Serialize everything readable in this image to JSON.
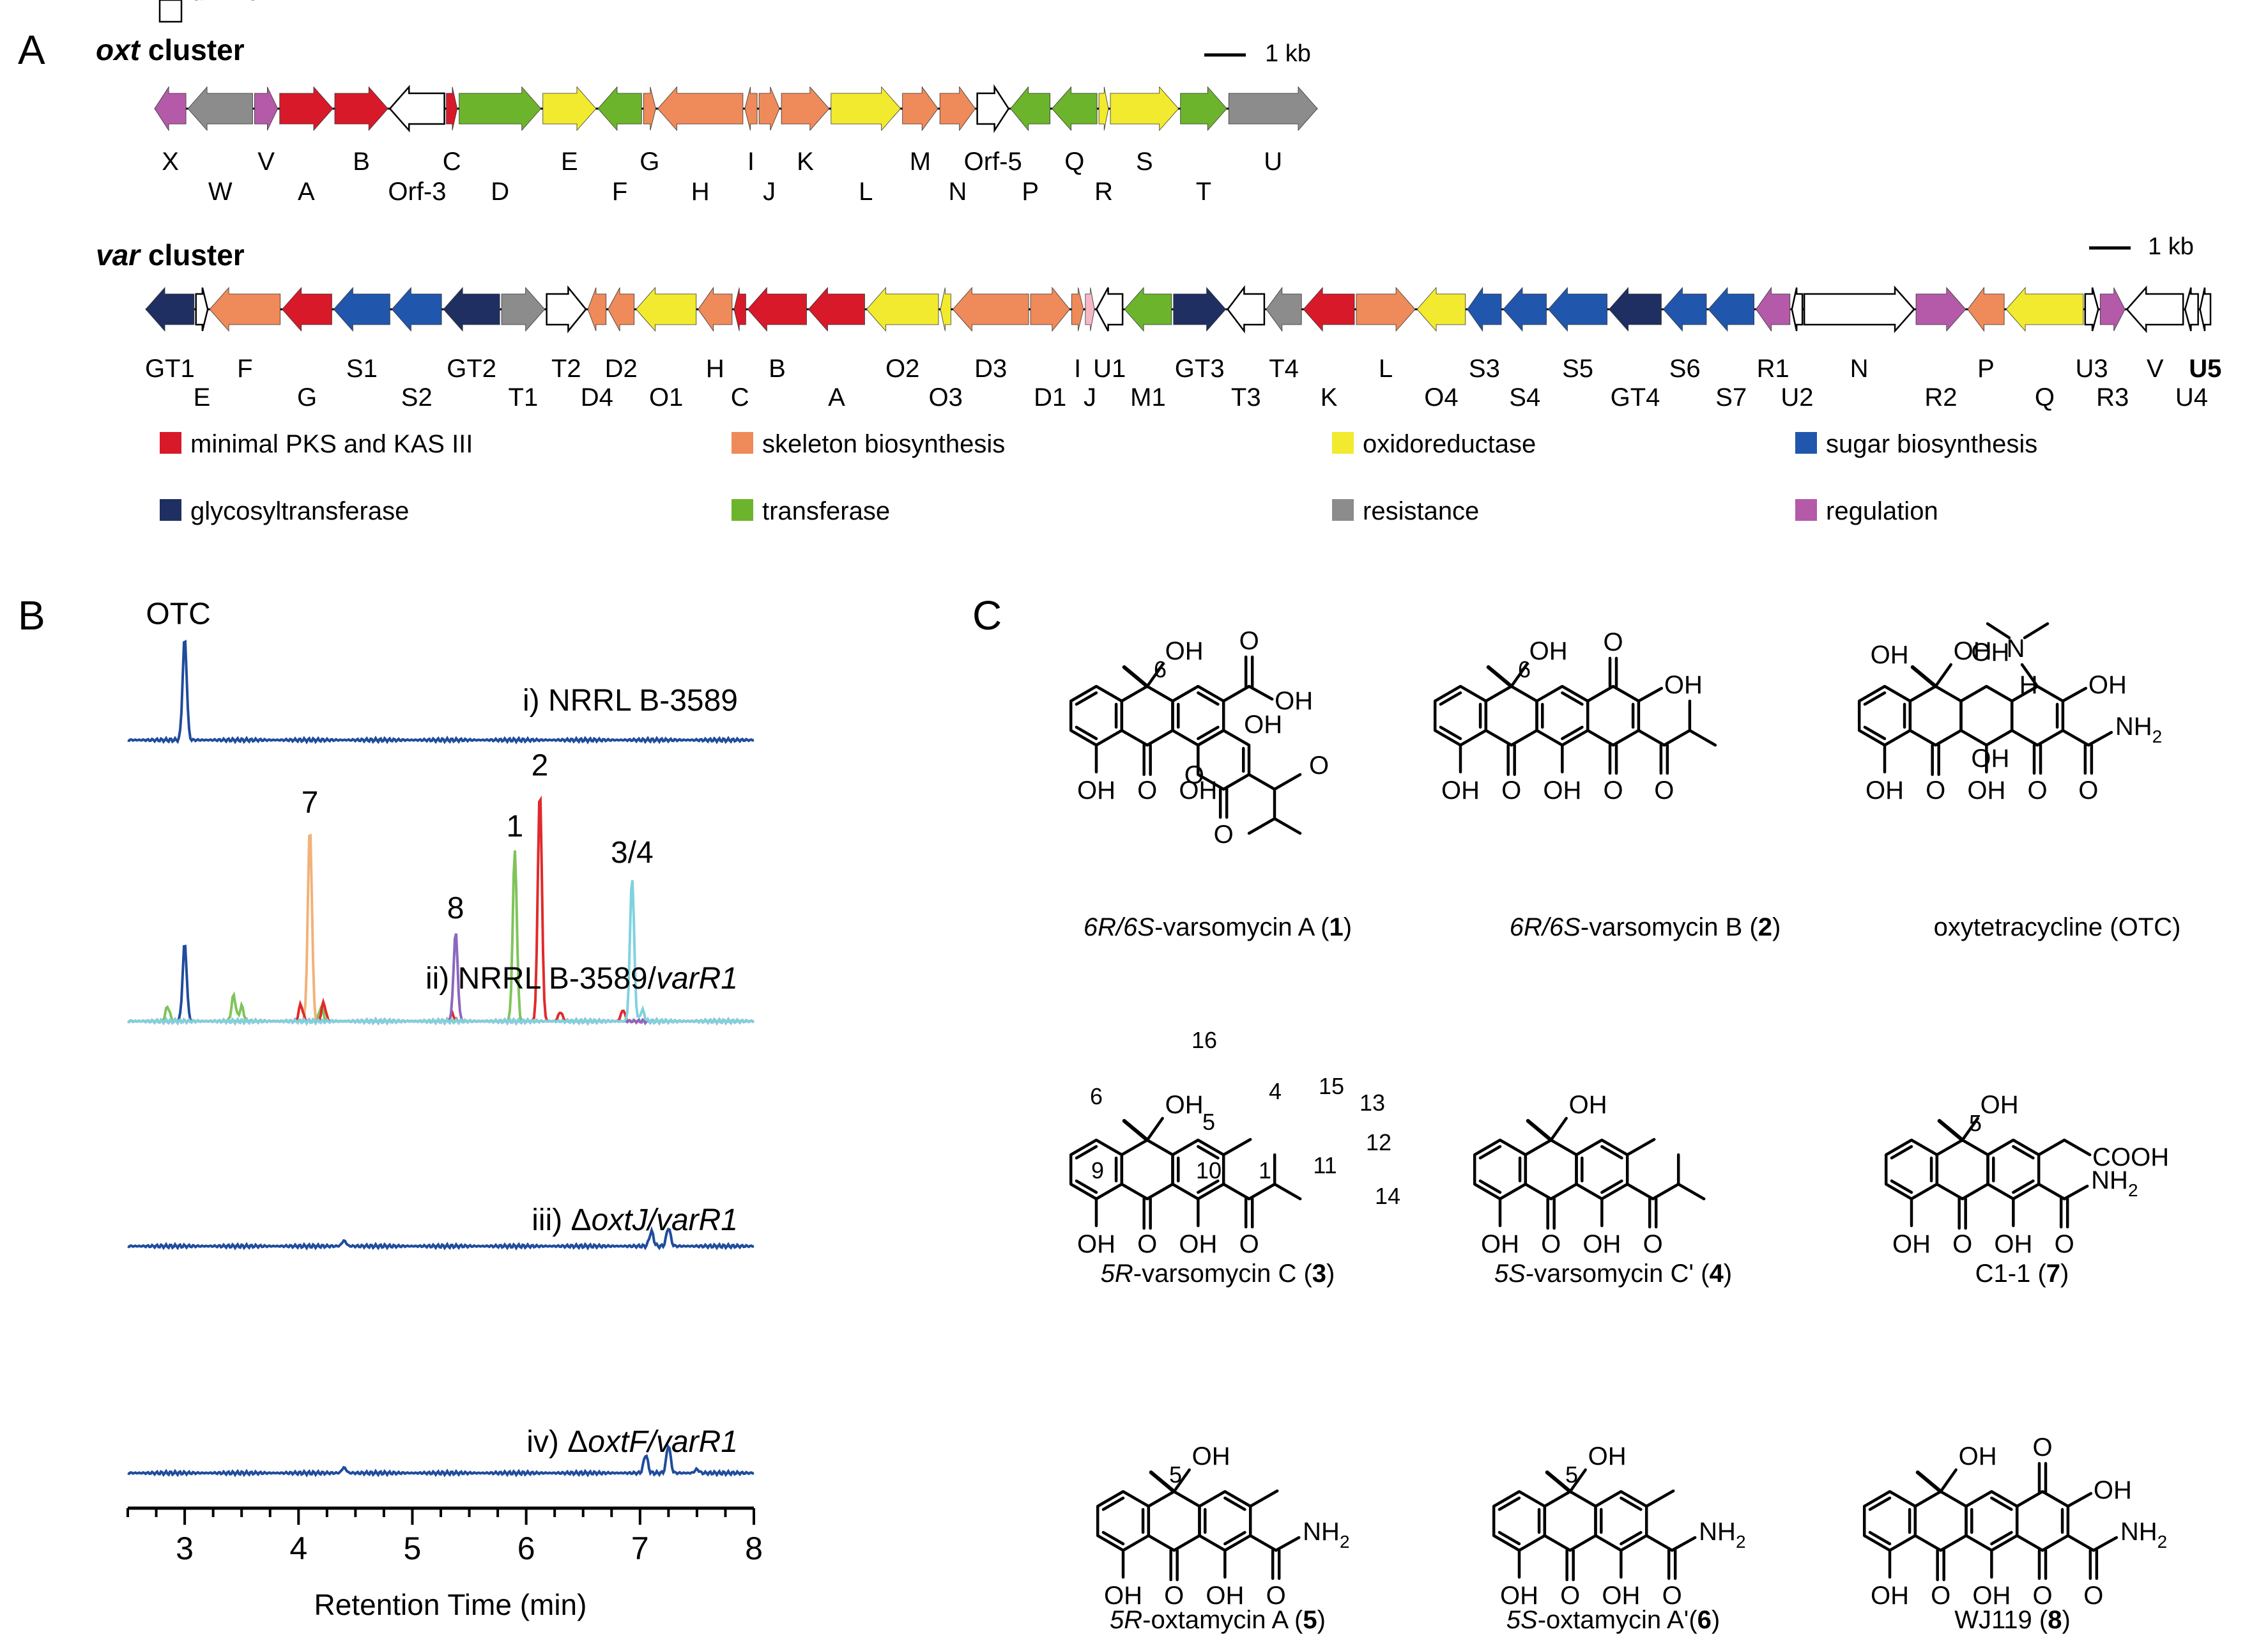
{
  "panel_a": {
    "letter": "A",
    "oxt": {
      "title_italic": "oxt",
      "title_rest": " cluster",
      "scale": "1 kb",
      "genes": [
        {
          "label": "X",
          "color": "#b45aa8",
          "dir": -1,
          "w": 46,
          "row": 0
        },
        {
          "label": "W",
          "color": "#8c8c8c",
          "dir": -1,
          "w": 95,
          "row": 1
        },
        {
          "label": "V",
          "color": "#b45aa8",
          "dir": 1,
          "w": 34,
          "row": 0
        },
        {
          "label": "A",
          "color": "#d7192a",
          "dir": 1,
          "w": 78,
          "row": 1
        },
        {
          "label": "B",
          "color": "#d7192a",
          "dir": 1,
          "w": 78,
          "row": 0
        },
        {
          "label": "Orf-3",
          "color": "#ffffff",
          "dir": -1,
          "w": 80,
          "row": 1
        },
        {
          "label": "C",
          "color": "#d7192a",
          "dir": 1,
          "w": 16,
          "row": 0
        },
        {
          "label": "D",
          "color": "#6cb42c",
          "dir": 1,
          "w": 120,
          "row": 1
        },
        {
          "label": "E",
          "color": "#f2ea2e",
          "dir": 1,
          "w": 78,
          "row": 0
        },
        {
          "label": "F",
          "color": "#6cb42c",
          "dir": -1,
          "w": 64,
          "row": 1
        },
        {
          "label": "G",
          "color": "#ef8a5a",
          "dir": 1,
          "w": 18,
          "row": 0
        },
        {
          "label": "H",
          "color": "#ef8a5a",
          "dir": -1,
          "w": 125,
          "row": 1
        },
        {
          "label": "I",
          "color": "#ef8a5a",
          "dir": -1,
          "w": 18,
          "row": 0
        },
        {
          "label": "J",
          "color": "#ef8a5a",
          "dir": 1,
          "w": 30,
          "row": 1
        },
        {
          "label": "K",
          "color": "#ef8a5a",
          "dir": 1,
          "w": 70,
          "row": 0
        },
        {
          "label": "L",
          "color": "#f2ea2e",
          "dir": 1,
          "w": 102,
          "row": 1
        },
        {
          "label": "M",
          "color": "#ef8a5a",
          "dir": 1,
          "w": 52,
          "row": 0
        },
        {
          "label": "N",
          "color": "#ef8a5a",
          "dir": 1,
          "w": 52,
          "row": 1
        },
        {
          "label": "Orf-5",
          "color": "#ffffff",
          "dir": 1,
          "w": 46,
          "row": 0
        },
        {
          "label": "P",
          "color": "#6cb42c",
          "dir": -1,
          "w": 58,
          "row": 1
        },
        {
          "label": "Q",
          "color": "#6cb42c",
          "dir": -1,
          "w": 66,
          "row": 0
        },
        {
          "label": "R",
          "color": "#f2ea2e",
          "dir": 1,
          "w": 14,
          "row": 1
        },
        {
          "label": "S",
          "color": "#f2ea2e",
          "dir": 1,
          "w": 100,
          "row": 0
        },
        {
          "label": "T",
          "color": "#6cb42c",
          "dir": 1,
          "w": 68,
          "row": 1
        },
        {
          "label": "U",
          "color": "#8c8c8c",
          "dir": 1,
          "w": 130,
          "row": 0
        }
      ]
    },
    "var": {
      "title_italic": "var",
      "title_rest": " cluster",
      "scale": "1 kb",
      "genes": [
        {
          "label": "GT1",
          "color": "#1f2f62",
          "dir": -1,
          "w": 74,
          "row": 0
        },
        {
          "label": "E",
          "color": "#ffffff",
          "dir": 1,
          "w": 18,
          "row": 1
        },
        {
          "label": "F",
          "color": "#ef8a5a",
          "dir": -1,
          "w": 108,
          "row": 0
        },
        {
          "label": "G",
          "color": "#d7192a",
          "dir": -1,
          "w": 76,
          "row": 1
        },
        {
          "label": "S1",
          "color": "#2156ad",
          "dir": -1,
          "w": 86,
          "row": 0
        },
        {
          "label": "S2",
          "color": "#2156ad",
          "dir": -1,
          "w": 76,
          "row": 1
        },
        {
          "label": "GT2",
          "color": "#1f2f62",
          "dir": -1,
          "w": 86,
          "row": 0
        },
        {
          "label": "T1",
          "color": "#8c8c8c",
          "dir": 1,
          "w": 66,
          "row": 1
        },
        {
          "label": "T2",
          "color": "#ffffff",
          "dir": 1,
          "w": 60,
          "row": 0
        },
        {
          "label": "D4",
          "color": "#ef8a5a",
          "dir": -1,
          "w": 28,
          "row": 1
        },
        {
          "label": "D2",
          "color": "#ef8a5a",
          "dir": -1,
          "w": 40,
          "row": 0
        },
        {
          "label": "O1",
          "color": "#f2ea2e",
          "dir": -1,
          "w": 92,
          "row": 1
        },
        {
          "label": "H",
          "color": "#ef8a5a",
          "dir": -1,
          "w": 52,
          "row": 0
        },
        {
          "label": "C",
          "color": "#d7192a",
          "dir": -1,
          "w": 18,
          "row": 1
        },
        {
          "label": "B",
          "color": "#d7192a",
          "dir": -1,
          "w": 90,
          "row": 0
        },
        {
          "label": "A",
          "color": "#d7192a",
          "dir": -1,
          "w": 86,
          "row": 1
        },
        {
          "label": "O2",
          "color": "#f2ea2e",
          "dir": -1,
          "w": 110,
          "row": 0
        },
        {
          "label": "O3",
          "color": "#f2ea2e",
          "dir": -1,
          "w": 16,
          "row": 1
        },
        {
          "label": "D3",
          "color": "#ef8a5a",
          "dir": -1,
          "w": 116,
          "row": 0
        },
        {
          "label": "D1",
          "color": "#ef8a5a",
          "dir": 1,
          "w": 60,
          "row": 1
        },
        {
          "label": "I",
          "color": "#ef8a5a",
          "dir": 1,
          "w": 18,
          "row": 0
        },
        {
          "label": "J",
          "color": "#f6b8c4",
          "dir": 1,
          "w": 14,
          "row": 1
        },
        {
          "label": "U1",
          "color": "#ffffff",
          "dir": -1,
          "w": 40,
          "row": 0
        },
        {
          "label": "M1",
          "color": "#6cb42c",
          "dir": -1,
          "w": 72,
          "row": 1
        },
        {
          "label": "GT3",
          "color": "#1f2f62",
          "dir": 1,
          "w": 80,
          "row": 0
        },
        {
          "label": "T3",
          "color": "#ffffff",
          "dir": -1,
          "w": 56,
          "row": 1
        },
        {
          "label": "T4",
          "color": "#8c8c8c",
          "dir": -1,
          "w": 54,
          "row": 0
        },
        {
          "label": "K",
          "color": "#d7192a",
          "dir": -1,
          "w": 78,
          "row": 1
        },
        {
          "label": "L",
          "color": "#ef8a5a",
          "dir": 1,
          "w": 90,
          "row": 0
        },
        {
          "label": "O4",
          "color": "#f2ea2e",
          "dir": -1,
          "w": 74,
          "row": 1
        },
        {
          "label": "S3",
          "color": "#2156ad",
          "dir": -1,
          "w": 52,
          "row": 0
        },
        {
          "label": "S4",
          "color": "#2156ad",
          "dir": -1,
          "w": 66,
          "row": 1
        },
        {
          "label": "S5",
          "color": "#2156ad",
          "dir": -1,
          "w": 90,
          "row": 0
        },
        {
          "label": "GT4",
          "color": "#1f2f62",
          "dir": -1,
          "w": 80,
          "row": 1
        },
        {
          "label": "S6",
          "color": "#2156ad",
          "dir": -1,
          "w": 66,
          "row": 0
        },
        {
          "label": "S7",
          "color": "#2156ad",
          "dir": -1,
          "w": 70,
          "row": 1
        },
        {
          "label": "R1",
          "color": "#b45aa8",
          "dir": -1,
          "w": 52,
          "row": 0
        },
        {
          "label": "U2",
          "color": "#ffffff",
          "dir": -1,
          "w": 16,
          "row": 1
        },
        {
          "label": "N",
          "color": "#ffffff",
          "dir": 1,
          "w": 168,
          "row": 0
        },
        {
          "label": "R2",
          "color": "#b45aa8",
          "dir": 1,
          "w": 76,
          "row": 1
        },
        {
          "label": "P",
          "color": "#ef8a5a",
          "dir": -1,
          "w": 56,
          "row": 0
        },
        {
          "label": "Q",
          "color": "#f2ea2e",
          "dir": -1,
          "w": 118,
          "row": 1
        },
        {
          "label": "U3",
          "color": "#ffffff",
          "dir": 1,
          "w": 20,
          "row": 0
        },
        {
          "label": "R3",
          "color": "#b45aa8",
          "dir": 1,
          "w": 38,
          "row": 1
        },
        {
          "label": "V",
          "color": "#ffffff",
          "dir": -1,
          "w": 86,
          "row": 0
        },
        {
          "label": "U4",
          "color": "#ffffff",
          "dir": -1,
          "w": 20,
          "row": 1
        },
        {
          "label": "U5",
          "color": "#ffffff",
          "dir": -1,
          "w": 16,
          "row": 0,
          "bold": true
        }
      ]
    },
    "legend": [
      {
        "label": "minimal PKS and KAS III",
        "color": "#d7192a"
      },
      {
        "label": "skeleton biosynthesis",
        "color": "#ef8a5a"
      },
      {
        "label": "oxidoreductase",
        "color": "#f2ea2e"
      },
      {
        "label": "sugar biosynthesis",
        "color": "#2156ad"
      },
      {
        "label": "glycosyltransferase",
        "color": "#1f2f62"
      },
      {
        "label": "transferase",
        "color": "#6cb42c"
      },
      {
        "label": "resistance",
        "color": "#8c8c8c"
      },
      {
        "label": "regulation",
        "color": "#b45aa8"
      },
      {
        "label": "unknown",
        "color": "#ffffff"
      }
    ]
  },
  "panel_b": {
    "letter": "B",
    "chart_data": {
      "type": "line",
      "xlabel": "Retention Time (min)",
      "xlim": [
        2.5,
        8
      ],
      "xticks": [
        3,
        4,
        5,
        6,
        7,
        8
      ],
      "traces": [
        {
          "label_pre": "i) NRRL B-3589",
          "label_italic": "",
          "color": "#1f4c9c",
          "peaks": [
            {
              "x": 3.0,
              "h": 0.55,
              "label": "OTC"
            }
          ]
        },
        {
          "label_pre": "ii) NRRL B-3589/",
          "label_italic": "varR1",
          "color": "#1f4c9c",
          "series": [
            {
              "color": "#1f4c9c",
              "peaks": [
                {
                  "x": 3.0,
                  "h": 0.42
                }
              ]
            },
            {
              "color": "#7fc45a",
              "peaks": [
                {
                  "x": 2.85,
                  "h": 0.08
                },
                {
                  "x": 3.43,
                  "h": 0.14
                },
                {
                  "x": 3.5,
                  "h": 0.08
                },
                {
                  "x": 4.2,
                  "h": 0.08
                },
                {
                  "x": 5.9,
                  "h": 0.92,
                  "label": "1"
                }
              ]
            },
            {
              "color": "#f2b27a",
              "peaks": [
                {
                  "x": 4.1,
                  "h": 1.05,
                  "label": "7"
                }
              ]
            },
            {
              "color": "#e12a2a",
              "peaks": [
                {
                  "x": 4.02,
                  "h": 0.09
                },
                {
                  "x": 4.22,
                  "h": 0.1
                },
                {
                  "x": 5.35,
                  "h": 0.04
                },
                {
                  "x": 6.12,
                  "h": 1.25,
                  "label": "2"
                },
                {
                  "x": 6.3,
                  "h": 0.05
                },
                {
                  "x": 6.85,
                  "h": 0.06
                }
              ]
            },
            {
              "color": "#8b67bf",
              "peaks": [
                {
                  "x": 5.38,
                  "h": 0.48,
                  "label": "8"
                }
              ]
            },
            {
              "color": "#7fd2df",
              "peaks": [
                {
                  "x": 6.93,
                  "h": 0.78,
                  "label": "3/4"
                },
                {
                  "x": 7.02,
                  "h": 0.06
                }
              ]
            }
          ]
        },
        {
          "label_pre": "iii) Δ",
          "label_italic": "oxtJ/varR1",
          "color": "#1f4c9c",
          "peaks": [
            {
              "x": 4.4,
              "h": 0.03
            },
            {
              "x": 7.1,
              "h": 0.08
            },
            {
              "x": 7.25,
              "h": 0.1
            }
          ]
        },
        {
          "label_pre": "iv) Δ",
          "label_italic": "oxtF/varR1",
          "color": "#1f4c9c",
          "peaks": [
            {
              "x": 4.4,
              "h": 0.03
            },
            {
              "x": 7.05,
              "h": 0.1
            },
            {
              "x": 7.25,
              "h": 0.15
            },
            {
              "x": 7.5,
              "h": 0.02
            }
          ]
        }
      ]
    }
  },
  "panel_c": {
    "letter": "C",
    "compounds": [
      {
        "name_italic": "6R/6S",
        "name_rest": "-varsomycin A (",
        "num": "1",
        "close": ")"
      },
      {
        "name_italic": "6R/6S",
        "name_rest": "-varsomycin B (",
        "num": "2",
        "close": ")"
      },
      {
        "name_italic": "",
        "name_rest": "oxytetracycline (OTC)",
        "num": "",
        "close": ""
      },
      {
        "name_italic": "5R",
        "name_rest": "-varsomycin C (",
        "num": "3",
        "close": ")"
      },
      {
        "name_italic": "5S",
        "name_rest": "-varsomycin C' (",
        "num": "4",
        "close": ")"
      },
      {
        "name_italic": "",
        "name_rest": "C1-1 (",
        "num": "7",
        "close": ")"
      },
      {
        "name_italic": "5R",
        "name_rest": "-oxtamycin A (",
        "num": "5",
        "close": ")"
      },
      {
        "name_italic": "5S",
        "name_rest": "-oxtamycin A'(",
        "num": "6",
        "close": ")"
      },
      {
        "name_italic": "",
        "name_rest": "WJ119 (",
        "num": "8",
        "close": ")"
      }
    ],
    "atoms": {
      "oh": "OH",
      "o": "O",
      "cooh_a": "OH",
      "nh2": "NH",
      "sub2": "2",
      "h": "H",
      "n": "N",
      "cooh": "COOH",
      "c6": "6",
      "c5": "5",
      "n16": "16",
      "n4": "4",
      "n15": "15",
      "n13": "13",
      "n12": "12",
      "n14": "14",
      "n11": "11",
      "n1": "1",
      "n10": "10",
      "n9": "9",
      "n6": "6"
    }
  }
}
